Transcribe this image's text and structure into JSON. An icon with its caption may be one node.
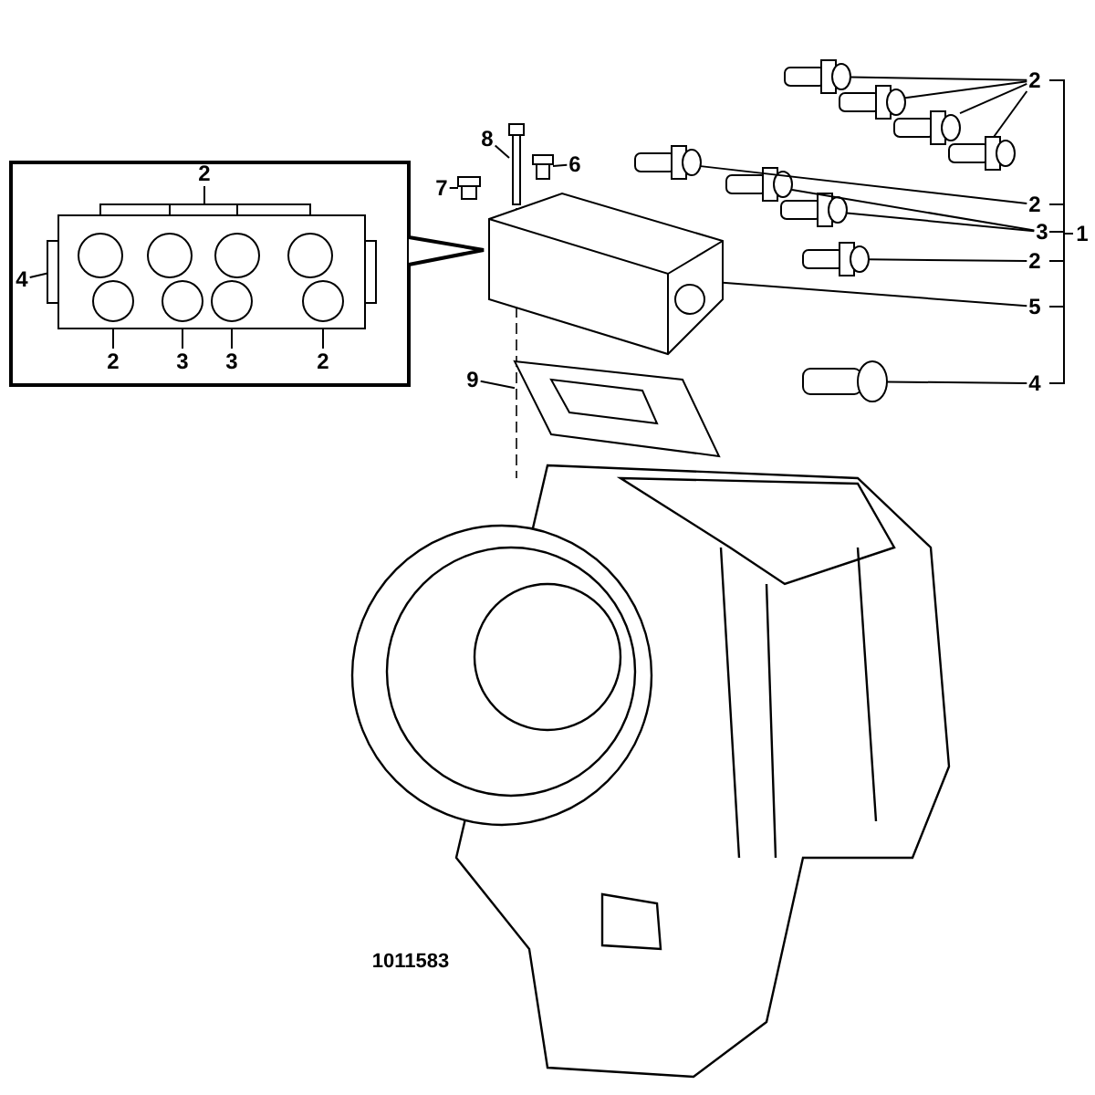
{
  "diagram": {
    "nodes": [
      {
        "text": [
          "2"
        ]
      },
      {
        "text": [],
        "shape": "picture"
      },
      {
        "text": [],
        "shape": "picture"
      },
      {
        "text": [],
        "shape": "picture"
      },
      {
        "text": [],
        "shape": "picture"
      },
      {
        "text": [
          "2"
        ]
      },
      {
        "text": [],
        "shape": "picture"
      },
      {
        "text": [
          "3"
        ]
      },
      {
        "text": [],
        "shape": "picture"
      },
      {
        "text": [],
        "shape": "picture"
      },
      {
        "text": [
          "2"
        ]
      },
      {
        "text": [],
        "shape": "picture"
      },
      {
        "text": [
          "5"
        ]
      },
      {
        "text": [],
        "shape": "picture"
      },
      {
        "text": [
          "4"
        ]
      },
      {
        "text": [],
        "shape": "picture"
      },
      {
        "text": [
          "8"
        ]
      },
      {
        "text": [],
        "shape": "picture"
      },
      {
        "text": [
          "6"
        ]
      },
      {
        "text": [],
        "shape": "picture"
      },
      {
        "text": [
          "7"
        ]
      },
      {
        "text": [],
        "shape": "picture"
      },
      {
        "text": [
          "9"
        ]
      },
      {
        "text": [],
        "shape": "picture"
      },
      {
        "text": [],
        "shape": "box"
      },
      {
        "text": [
          "2"
        ],
        "in": 24
      },
      {
        "text": [
          "4"
        ],
        "in": 24
      },
      {
        "text": [
          "2"
        ],
        "in": 24
      },
      {
        "text": [
          "3"
        ],
        "in": 24
      },
      {
        "text": [
          "3"
        ],
        "in": 24
      },
      {
        "text": [
          "2"
        ],
        "in": 24
      },
      {
        "text": [],
        "shape": "circle",
        "in": 24
      },
      {
        "text": [],
        "shape": "circle",
        "in": 24
      },
      {
        "text": [],
        "shape": "circle",
        "in": 24
      },
      {
        "text": [],
        "shape": "circle",
        "in": 24
      },
      {
        "text": [],
        "shape": "circle",
        "in": 24
      },
      {
        "text": [],
        "shape": "circle",
        "in": 24
      },
      {
        "text": [],
        "shape": "circle",
        "in": 24
      },
      {
        "text": [],
        "shape": "circle",
        "in": 24
      },
      {
        "text": [],
        "shape": "box",
        "in": 24
      }
    ],
    "edges": [
      {
        "from": 0,
        "to": 1,
        "arrow": "none"
      },
      {
        "from": 0,
        "to": 2,
        "arrow": "none"
      },
      {
        "from": 0,
        "to": 3,
        "arrow": "none"
      },
      {
        "from": 0,
        "to": 4,
        "arrow": "none"
      },
      {
        "from": 5,
        "to": 6,
        "arrow": "none"
      },
      {
        "from": 7,
        "to": 8,
        "arrow": "none"
      },
      {
        "from": 7,
        "to": 9,
        "arrow": "none"
      },
      {
        "from": 10,
        "to": 11,
        "arrow": "none"
      },
      {
        "from": 12,
        "to": 13,
        "arrow": "none"
      },
      {
        "from": 14,
        "to": 15,
        "arrow": "none"
      },
      {
        "from": 16,
        "to": 17,
        "arrow": "none"
      },
      {
        "from": 18,
        "to": 19,
        "arrow": "none"
      },
      {
        "from": 20,
        "to": 21,
        "arrow": "none"
      },
      {
        "from": 22,
        "to": 23,
        "arrow": "none"
      },
      {
        "from": 25,
        "to": 31,
        "arrow": "none"
      },
      {
        "from": 25,
        "to": 32,
        "arrow": "none"
      },
      {
        "from": 25,
        "to": 33,
        "arrow": "none"
      },
      {
        "from": 25,
        "to": 34,
        "arrow": "none"
      },
      {
        "from": 26,
        "to": 39,
        "arrow": "none"
      },
      {
        "from": 27,
        "to": 35,
        "arrow": "none"
      },
      {
        "from": 28,
        "to": 36,
        "arrow": "none"
      },
      {
        "from": 29,
        "to": 37,
        "arrow": "none"
      },
      {
        "from": 30,
        "to": 38,
        "arrow": "none"
      }
    ],
    "labels": [
      "1",
      "1011583"
    ]
  }
}
